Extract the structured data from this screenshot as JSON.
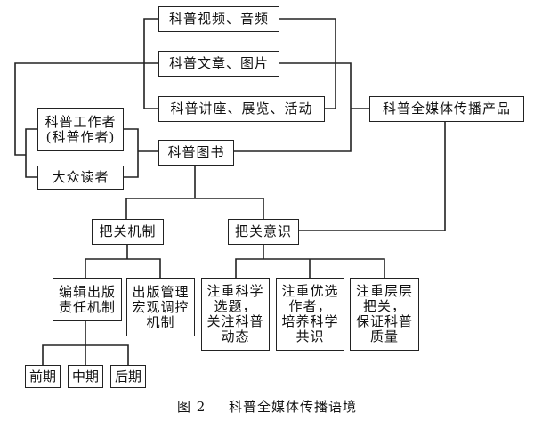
{
  "diagram": {
    "nodes": {
      "video_audio": "科普视频、音频",
      "articles_images": "科普文章、图片",
      "lectures_exhibits": "科普讲座、展览、活动",
      "all_media_products": "科普全媒体传播产品",
      "sci_workers": [
        "科普工作者",
        "(科普作者)"
      ],
      "public_readers": "大众读者",
      "sci_books": "科普图书",
      "gate_mechanism": "把关机制",
      "gate_awareness": "把关意识",
      "editorial_responsibility": [
        "编辑出版",
        "责任机制"
      ],
      "publishing_macro": [
        "出版管理",
        "宏观调控",
        "机制"
      ],
      "phase_early": "前期",
      "phase_mid": "中期",
      "phase_late": "后期",
      "focus_topic": [
        "注重科学",
        "选题，",
        "关注科普",
        "动态"
      ],
      "focus_authors": [
        "注重优选",
        "作者，",
        "培养科学",
        "共识"
      ],
      "focus_layers": [
        "注重层层",
        "把关，",
        "保证科普",
        "质量"
      ]
    },
    "caption": {
      "number": "图 2",
      "title": "科普全媒体传播语境"
    }
  }
}
